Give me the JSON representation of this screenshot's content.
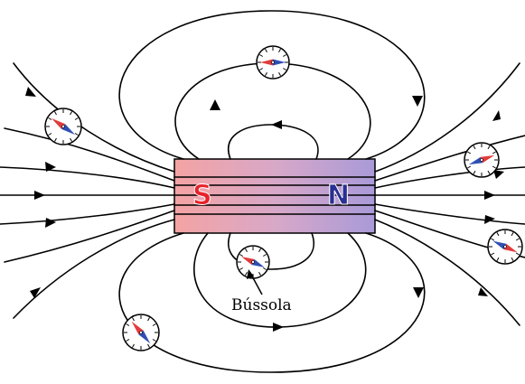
{
  "magnet": {
    "south_label": "S",
    "north_label": "N",
    "colors": {
      "south_end": "#f4a3a3",
      "north_end": "#a99ad8",
      "south_text": "#e8222a",
      "north_text": "#2a2f92"
    }
  },
  "compass_caption": "Bússola",
  "colors": {
    "field_line": "#000000",
    "needle_north": "#e23b3b",
    "needle_south": "#2e4fb5"
  }
}
